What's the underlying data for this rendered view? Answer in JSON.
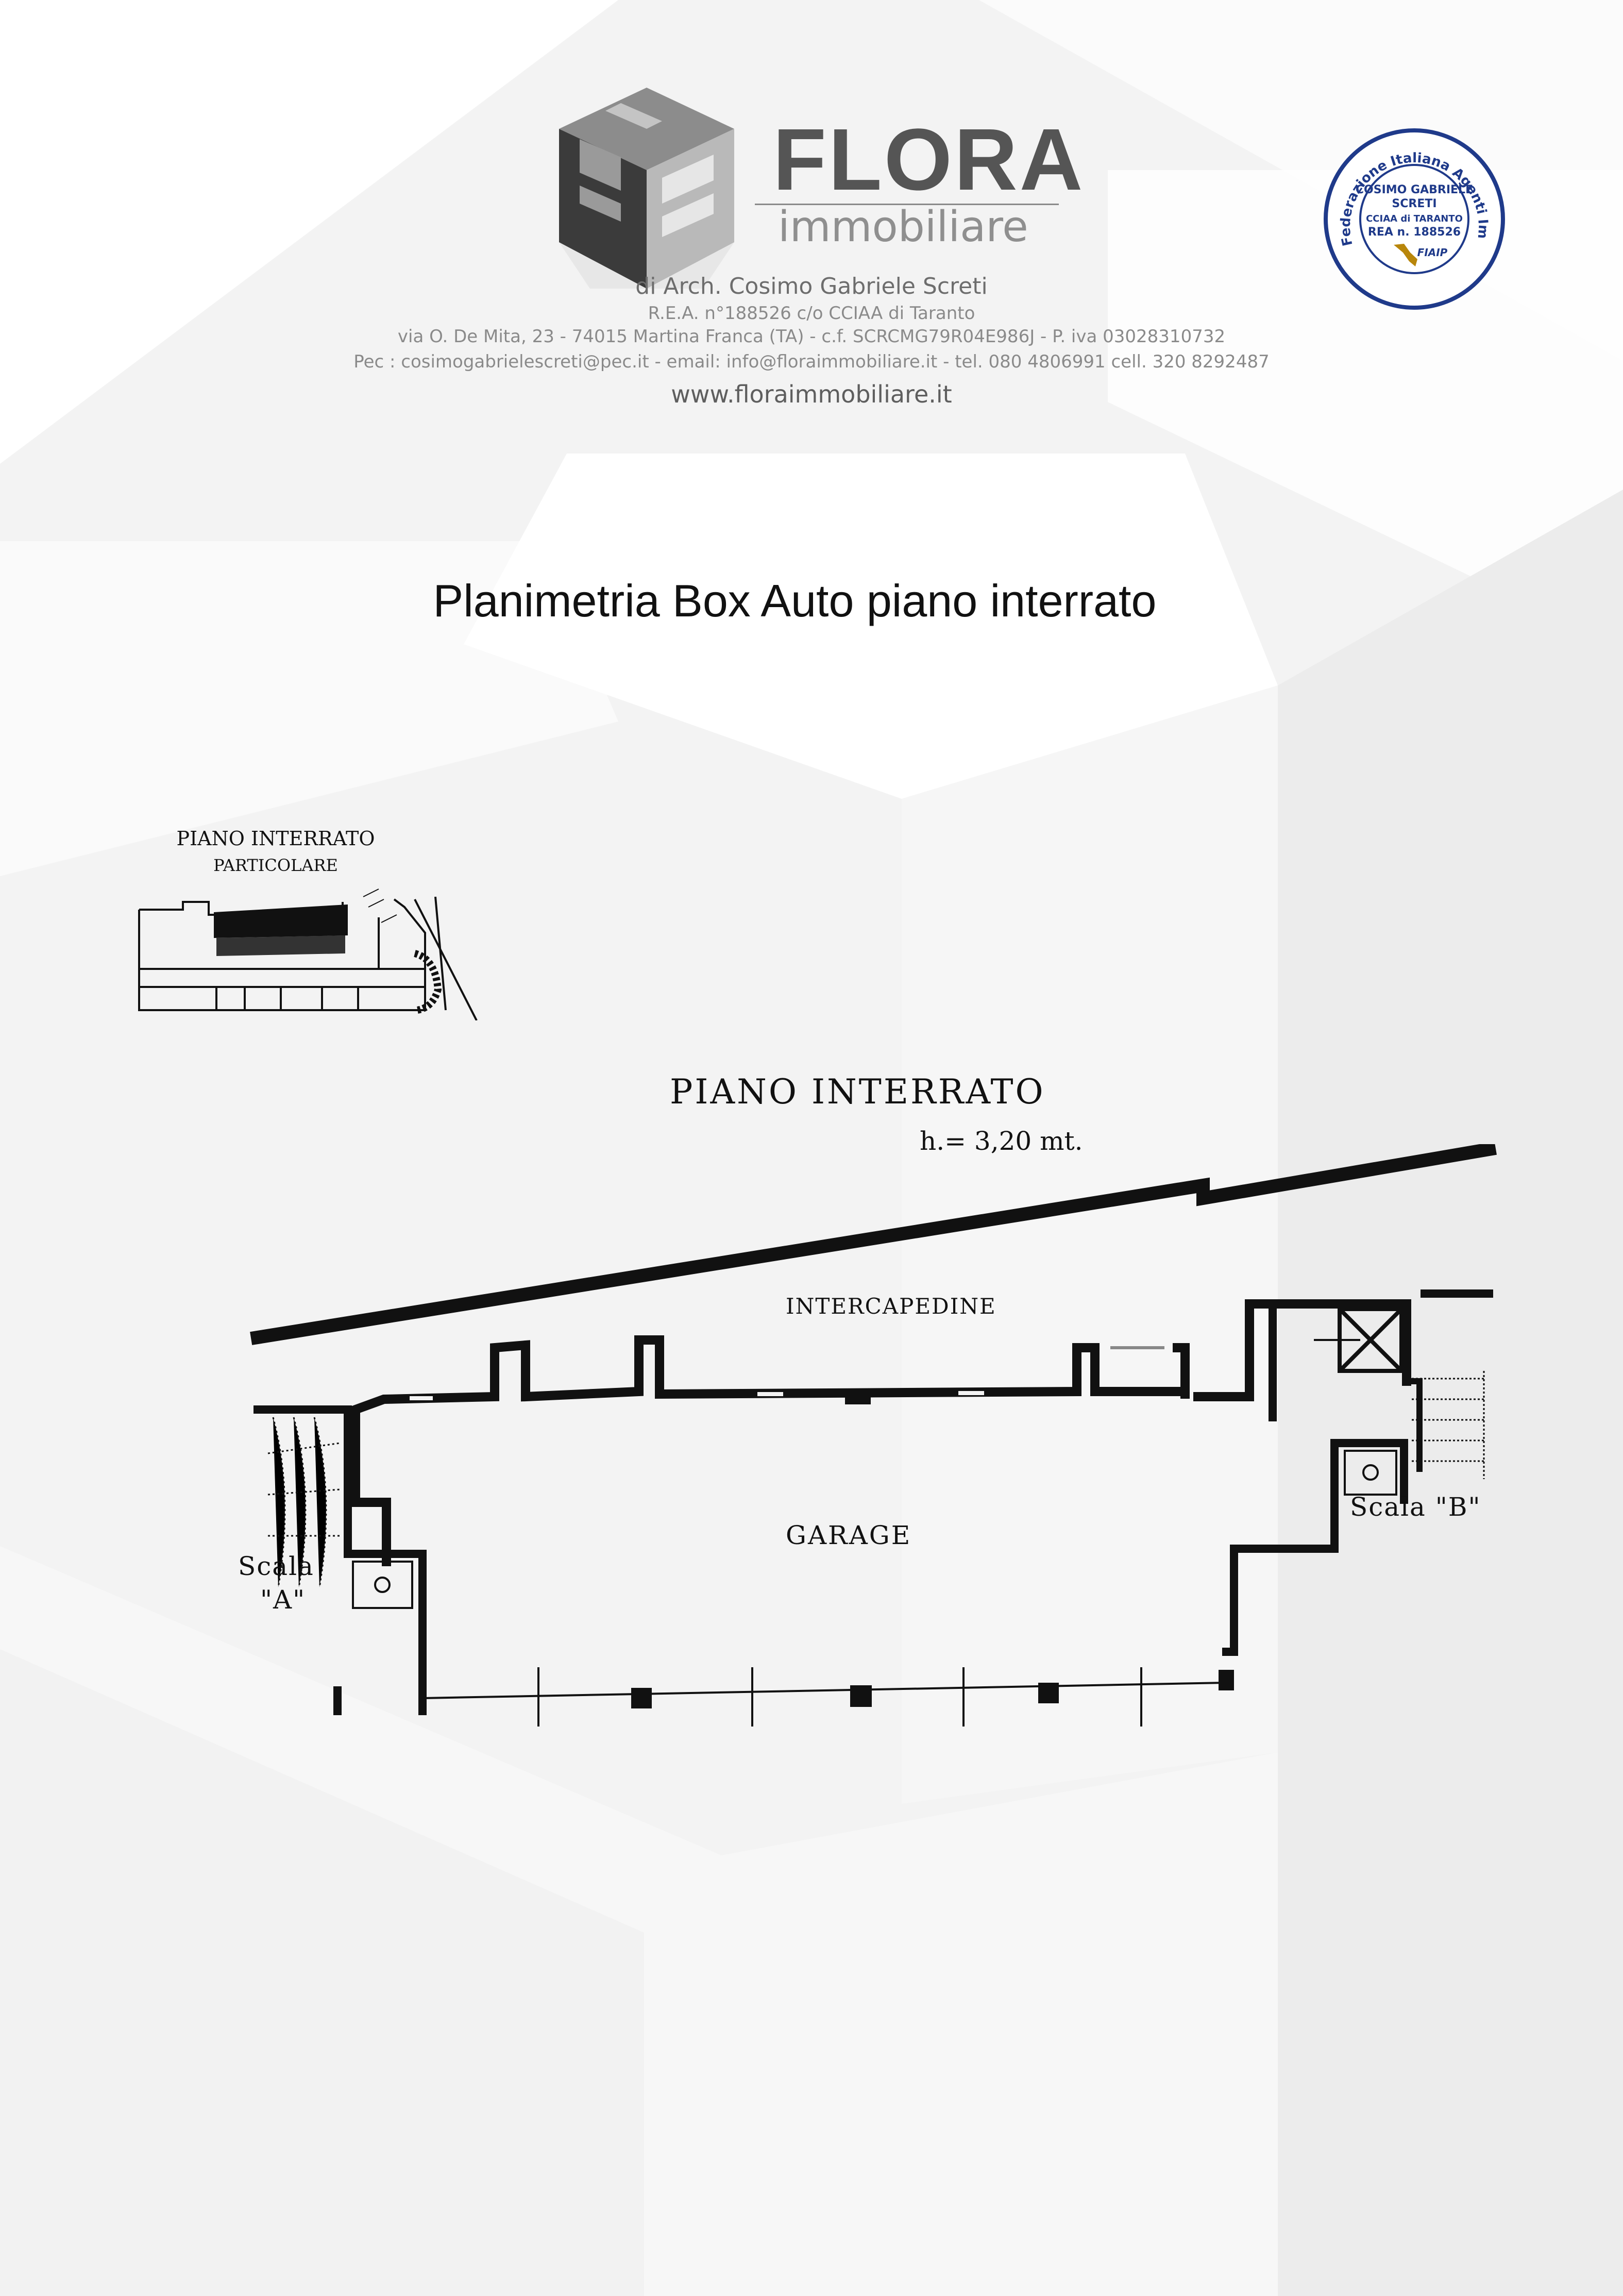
{
  "header": {
    "brand_name": "FLORA",
    "brand_sub": "immobiliare",
    "owner": "di Arch. Cosimo Gabriele Screti",
    "rea": "R.E.A. n°188526  c/o CCIAA di Taranto",
    "address": "via O. De Mita, 23 - 74015 Martina Franca (TA) - c.f. SCRCMG79R04E986J - P. iva 03028310732",
    "contacts": "Pec : cosimogabrielescreti@pec.it - email: info@floraimmobiliare.it - tel. 080 4806991 cell. 320 8292487",
    "website": "www.floraimmobiliare.it"
  },
  "seal": {
    "ring_text": "Federazione Italiana Agenti Immobiliari Professionali",
    "line1": "COSIMO GABRIELE",
    "line2": "SCRETI",
    "line3": "CCIAA di TARANTO",
    "line4": "REA n. 188526",
    "badge": "FIAIP",
    "color": "#1f3a8a"
  },
  "document_title": "Planimetria Box Auto piano interrato",
  "plan": {
    "overview_title": "PIANO INTERRATO",
    "overview_subtitle": "PARTICOLARE",
    "floor_title": "PIANO INTERRATO",
    "floor_height": "h.= 3,20 mt.",
    "label_intercapedine": "INTERCAPEDINE",
    "label_garage": "GARAGE",
    "label_scala_b": "Scala \"B\"",
    "label_scala_a_line1": "Scala",
    "label_scala_a_line2": "\"A\""
  }
}
